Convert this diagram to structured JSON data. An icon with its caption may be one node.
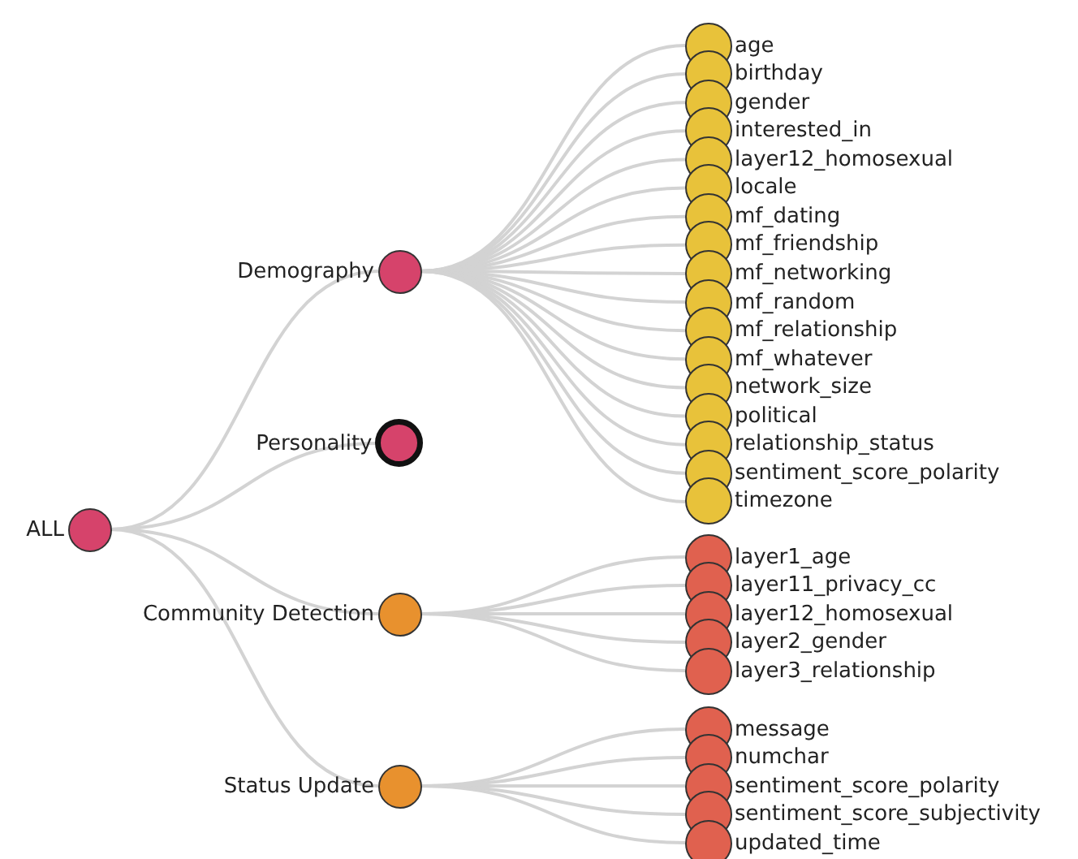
{
  "diagram": {
    "nodes": [
      {
        "text": [
          "ALL"
        ]
      },
      {
        "text": [
          "Demography"
        ]
      },
      {
        "text": [
          "Personality"
        ]
      },
      {
        "text": [
          "Community Detection"
        ]
      },
      {
        "text": [
          "Status Update"
        ]
      },
      {
        "text": [
          "age"
        ]
      },
      {
        "text": [
          "birthday"
        ]
      },
      {
        "text": [
          "gender"
        ]
      },
      {
        "text": [
          "interested_in"
        ]
      },
      {
        "text": [
          "layer12_homosexual"
        ]
      },
      {
        "text": [
          "locale"
        ]
      },
      {
        "text": [
          "mf_dating"
        ]
      },
      {
        "text": [
          "mf_friendship"
        ]
      },
      {
        "text": [
          "mf_networking"
        ]
      },
      {
        "text": [
          "mf_random"
        ]
      },
      {
        "text": [
          "mf_relationship"
        ]
      },
      {
        "text": [
          "mf_whatever"
        ]
      },
      {
        "text": [
          "network_size"
        ]
      },
      {
        "text": [
          "political"
        ]
      },
      {
        "text": [
          "relationship_status"
        ]
      },
      {
        "text": [
          "sentiment_score_polarity"
        ]
      },
      {
        "text": [
          "timezone"
        ]
      },
      {
        "text": [
          "layer1_age"
        ]
      },
      {
        "text": [
          "layer11_privacy_cc"
        ]
      },
      {
        "text": [
          "layer12_homosexual"
        ]
      },
      {
        "text": [
          "layer2_gender"
        ]
      },
      {
        "text": [
          "layer3_relationship"
        ]
      },
      {
        "text": [
          "message"
        ]
      },
      {
        "text": [
          "numchar"
        ]
      },
      {
        "text": [
          "sentiment_score_polarity"
        ]
      },
      {
        "text": [
          "sentiment_score_subjectivity"
        ]
      },
      {
        "text": [
          "updated_time"
        ]
      }
    ],
    "edges": [
      {
        "from": 0,
        "to": 1,
        "arrow": "none"
      },
      {
        "from": 0,
        "to": 2,
        "arrow": "none"
      },
      {
        "from": 0,
        "to": 3,
        "arrow": "none"
      },
      {
        "from": 0,
        "to": 4,
        "arrow": "none"
      },
      {
        "from": 1,
        "to": 5,
        "arrow": "none"
      },
      {
        "from": 1,
        "to": 6,
        "arrow": "none"
      },
      {
        "from": 1,
        "to": 7,
        "arrow": "none"
      },
      {
        "from": 1,
        "to": 8,
        "arrow": "none"
      },
      {
        "from": 1,
        "to": 9,
        "arrow": "none"
      },
      {
        "from": 1,
        "to": 10,
        "arrow": "none"
      },
      {
        "from": 1,
        "to": 11,
        "arrow": "none"
      },
      {
        "from": 1,
        "to": 12,
        "arrow": "none"
      },
      {
        "from": 1,
        "to": 13,
        "arrow": "none"
      },
      {
        "from": 1,
        "to": 14,
        "arrow": "none"
      },
      {
        "from": 1,
        "to": 15,
        "arrow": "none"
      },
      {
        "from": 1,
        "to": 16,
        "arrow": "none"
      },
      {
        "from": 1,
        "to": 17,
        "arrow": "none"
      },
      {
        "from": 1,
        "to": 18,
        "arrow": "none"
      },
      {
        "from": 1,
        "to": 19,
        "arrow": "none"
      },
      {
        "from": 1,
        "to": 20,
        "arrow": "none"
      },
      {
        "from": 1,
        "to": 21,
        "arrow": "none"
      },
      {
        "from": 3,
        "to": 22,
        "arrow": "none"
      },
      {
        "from": 3,
        "to": 23,
        "arrow": "none"
      },
      {
        "from": 3,
        "to": 24,
        "arrow": "none"
      },
      {
        "from": 3,
        "to": 25,
        "arrow": "none"
      },
      {
        "from": 3,
        "to": 26,
        "arrow": "none"
      },
      {
        "from": 4,
        "to": 27,
        "arrow": "none"
      },
      {
        "from": 4,
        "to": 28,
        "arrow": "none"
      },
      {
        "from": 4,
        "to": 29,
        "arrow": "none"
      },
      {
        "from": 4,
        "to": 30,
        "arrow": "none"
      },
      {
        "from": 4,
        "to": 31,
        "arrow": "none"
      }
    ]
  }
}
